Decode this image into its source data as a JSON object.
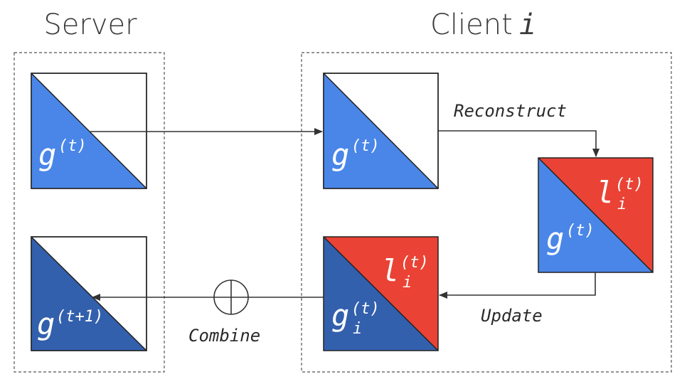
{
  "labels": {
    "server_title": "Server",
    "client_title": "Client",
    "client_var": "i",
    "reconstruct": "Reconstruct",
    "update": "Update",
    "combine": "Combine"
  },
  "symbols": {
    "g": "g",
    "l": "l",
    "t_sup": "(t)",
    "t1_sup": "(t+1)",
    "i_sub": "i"
  },
  "colors": {
    "light_blue": "#4a86e8",
    "dark_blue": "#3360ad",
    "red": "#ea4335",
    "border": "#222222",
    "dashed": "#555555"
  }
}
